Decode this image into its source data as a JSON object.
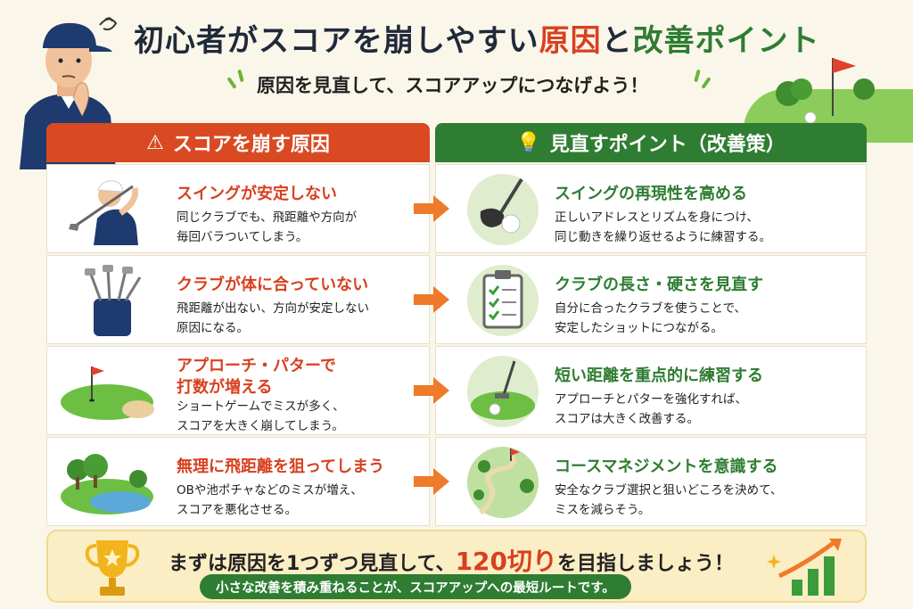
{
  "title": {
    "part1": "初心者がスコアを崩しやすい",
    "part2": "原因",
    "part3": "と",
    "part4": "改善ポイント"
  },
  "subtitle": "原因を見直して、スコアアップにつなげよう！",
  "columns": {
    "left_title": "スコアを崩す原因",
    "right_title": "見直すポイント（改善策）"
  },
  "causes": [
    {
      "heading": "スイングが安定しない",
      "desc1": "同じクラブでも、飛距離や方向が",
      "desc2": "毎回バラついてしまう。",
      "icon": "golfer-swing-icon"
    },
    {
      "heading": "クラブが体に合っていない",
      "desc1": "飛距離が出ない、方向が安定しない",
      "desc2": "原因になる。",
      "icon": "golf-bag-icon"
    },
    {
      "heading1": "アプローチ・パターで",
      "heading2": "打数が増える",
      "desc1": "ショートゲームでミスが多く、",
      "desc2": "スコアを大きく崩してしまう。",
      "icon": "green-flag-icon"
    },
    {
      "heading": "無理に飛距離を狙ってしまう",
      "desc1": "OBや池ポチャなどのミスが増え、",
      "desc2": "スコアを悪化させる。",
      "icon": "pond-trees-icon"
    }
  ],
  "fixes": [
    {
      "heading": "スイングの再現性を高める",
      "desc1": "正しいアドレスとリズムを身につけ、",
      "desc2": "同じ動きを繰り返せるように練習する。",
      "icon": "club-ball-icon"
    },
    {
      "heading": "クラブの長さ・硬さを見直す",
      "desc1": "自分に合ったクラブを使うことで、",
      "desc2": "安定したショットにつながる。",
      "icon": "checklist-icon"
    },
    {
      "heading": "短い距離を重点的に練習する",
      "desc1": "アプローチとパターを強化すれば、",
      "desc2": "スコアは大きく改善する。",
      "icon": "putter-icon"
    },
    {
      "heading": "コースマネジメントを意識する",
      "desc1": "安全なクラブ選択と狙いどころを決めて、",
      "desc2": "ミスを減らそう。",
      "icon": "course-map-icon"
    }
  ],
  "banner": {
    "pre": "まずは原因を1つずつ見直して、",
    "big": "120切り",
    "post": "を目指しましょう！",
    "pill": "小さな改善を積み重ねることが、スコアアップへの最短ルートです。"
  },
  "colors": {
    "red": "#d94a22",
    "green": "#2f7d32",
    "orange_arrow": "#ee7a2a"
  }
}
